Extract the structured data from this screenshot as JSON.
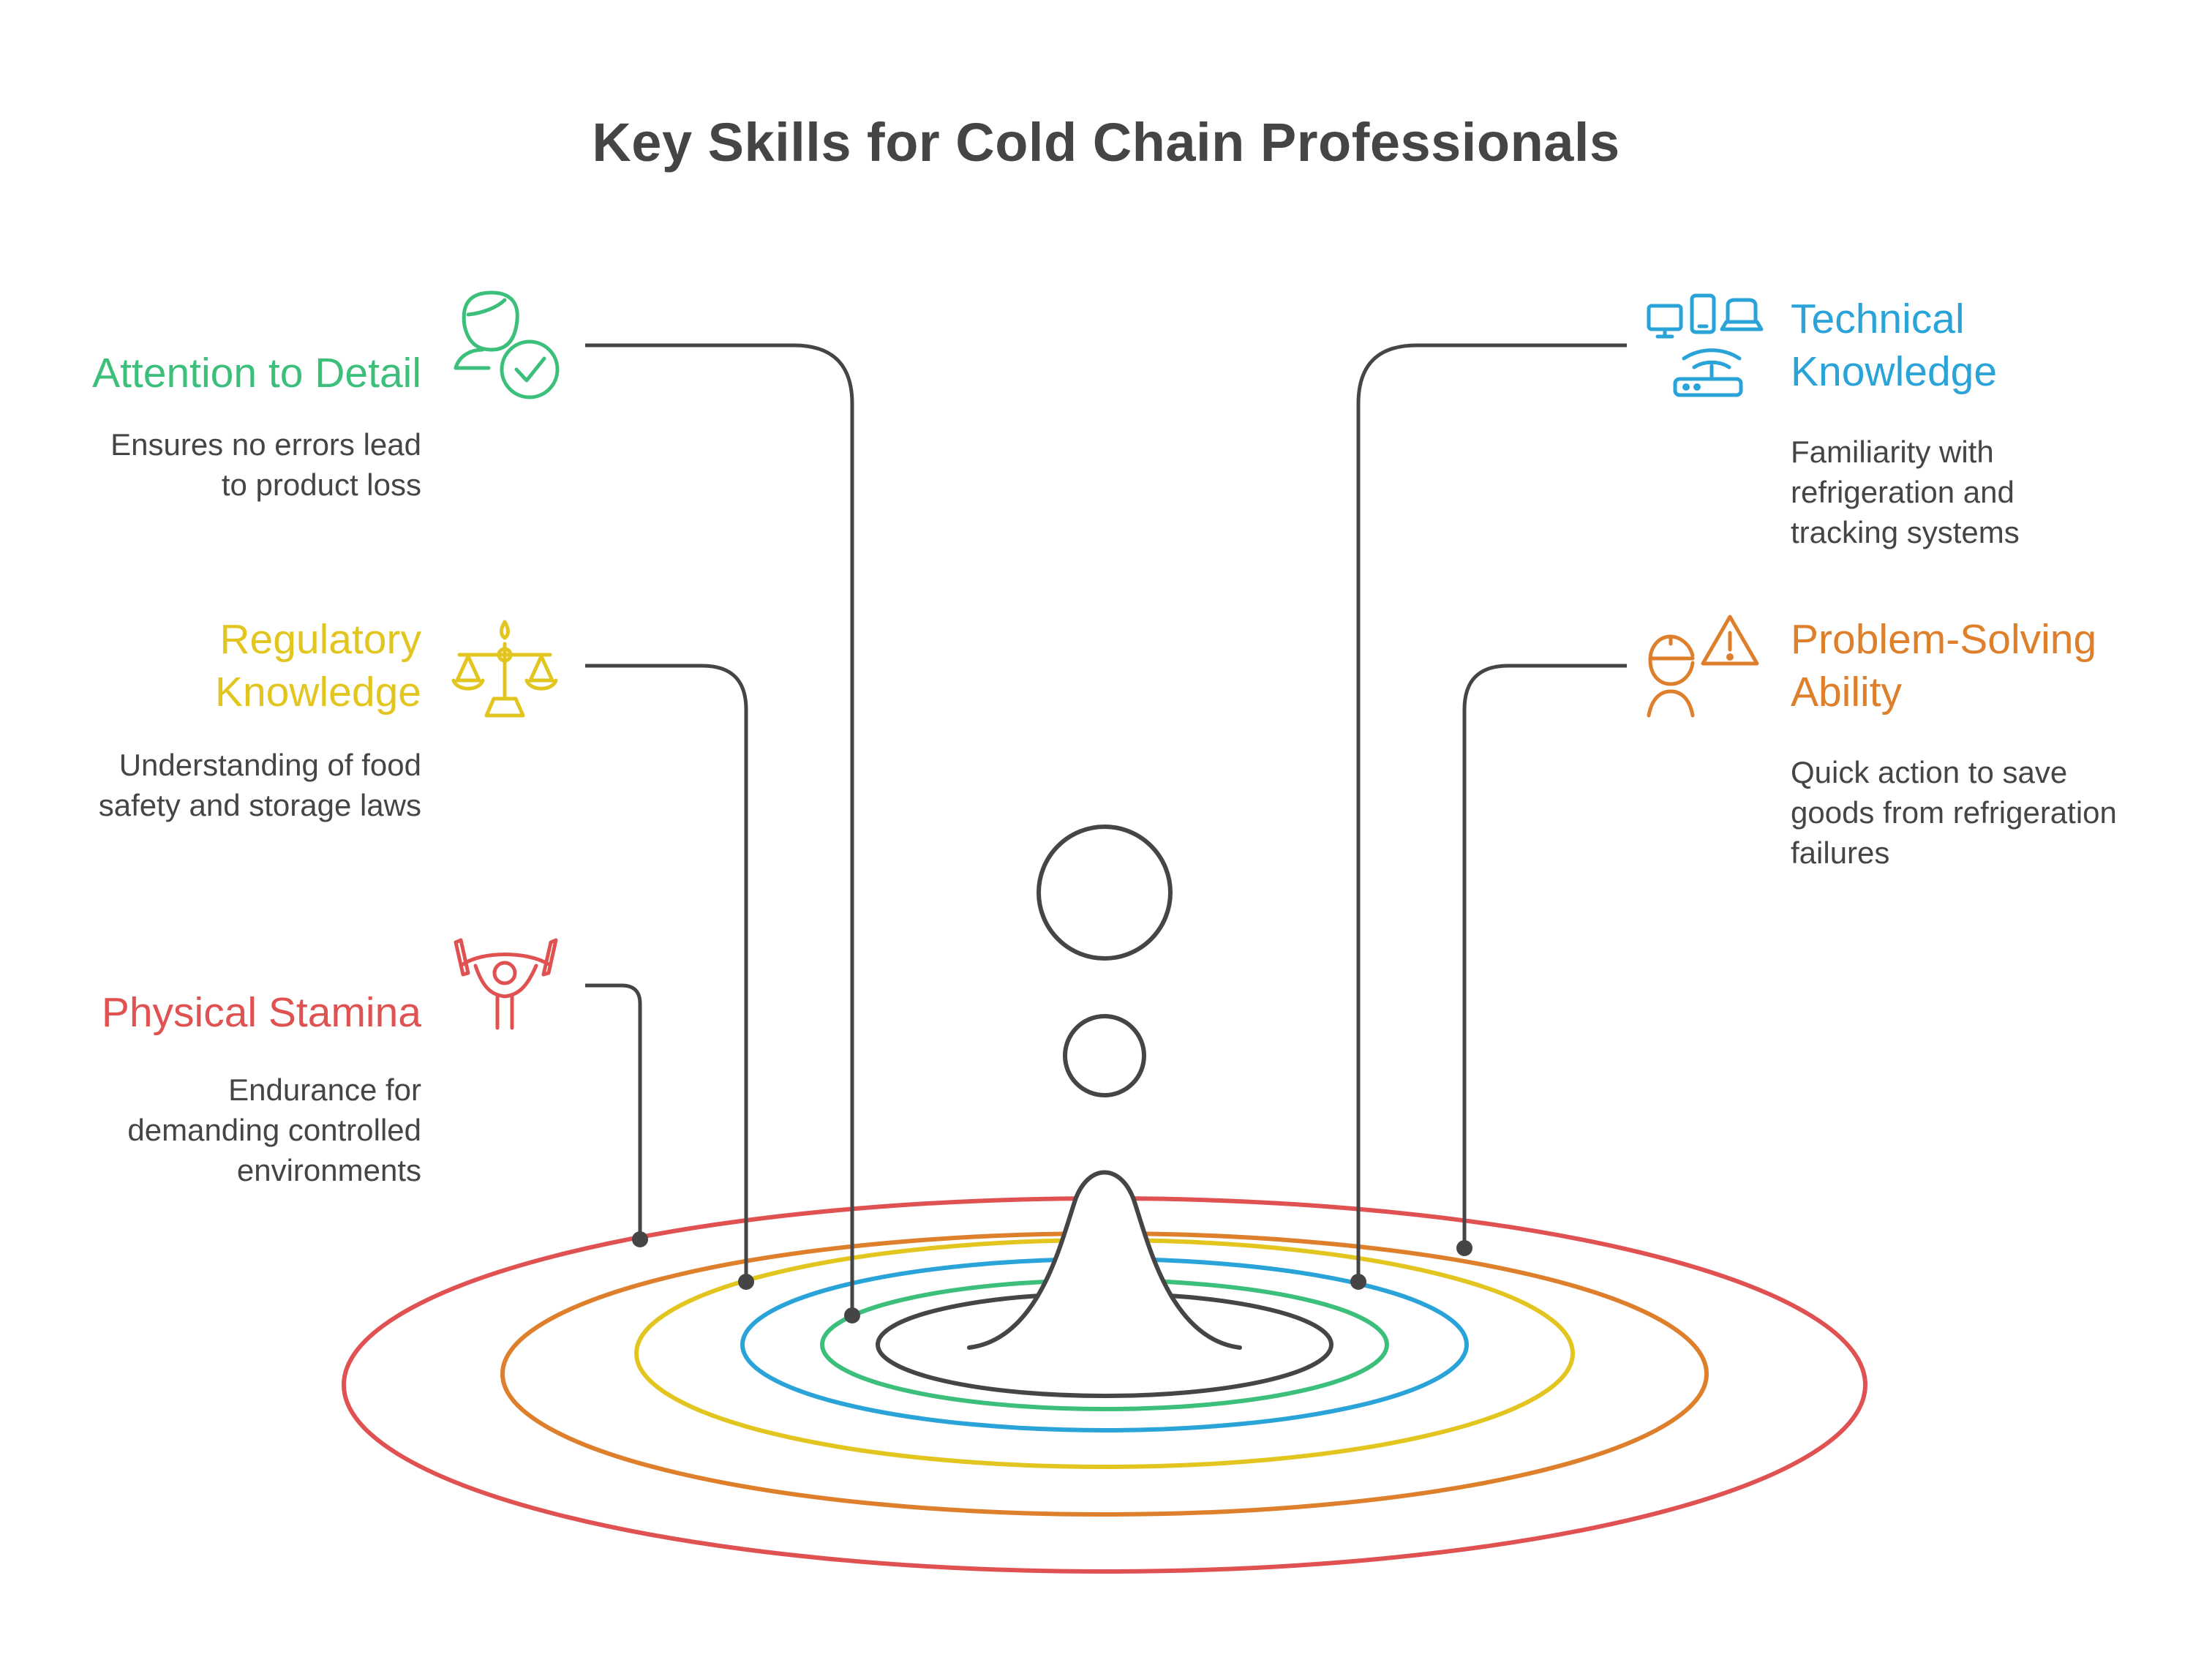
{
  "title": "Key Skills for Cold Chain Professionals",
  "skills": [
    {
      "heading": "Attention to Detail",
      "description": "Ensures no errors lead\nto product loss",
      "icon": "person-check-icon",
      "color": "#3dbf7c"
    },
    {
      "heading": "Regulatory\nKnowledge",
      "description": "Understanding of food\nsafety and storage laws",
      "icon": "scales-icon",
      "color": "#e3c51f"
    },
    {
      "heading": "Physical Stamina",
      "description": "Endurance for\ndemanding controlled\nenvironments",
      "icon": "weightlifter-icon",
      "color": "#e05252"
    },
    {
      "heading": "Technical\nKnowledge",
      "description": "Familiarity with\nrefrigeration and\ntracking systems",
      "icon": "devices-router-icon",
      "color": "#2aa4d8"
    },
    {
      "heading": "Problem-Solving\nAbility",
      "description": "Quick action to save\ngoods from refrigeration\nfailures",
      "icon": "person-warning-icon",
      "color": "#de7f2c"
    }
  ],
  "colors": {
    "text": "#454545",
    "line": "#454545",
    "ring_inner": "#454545"
  }
}
